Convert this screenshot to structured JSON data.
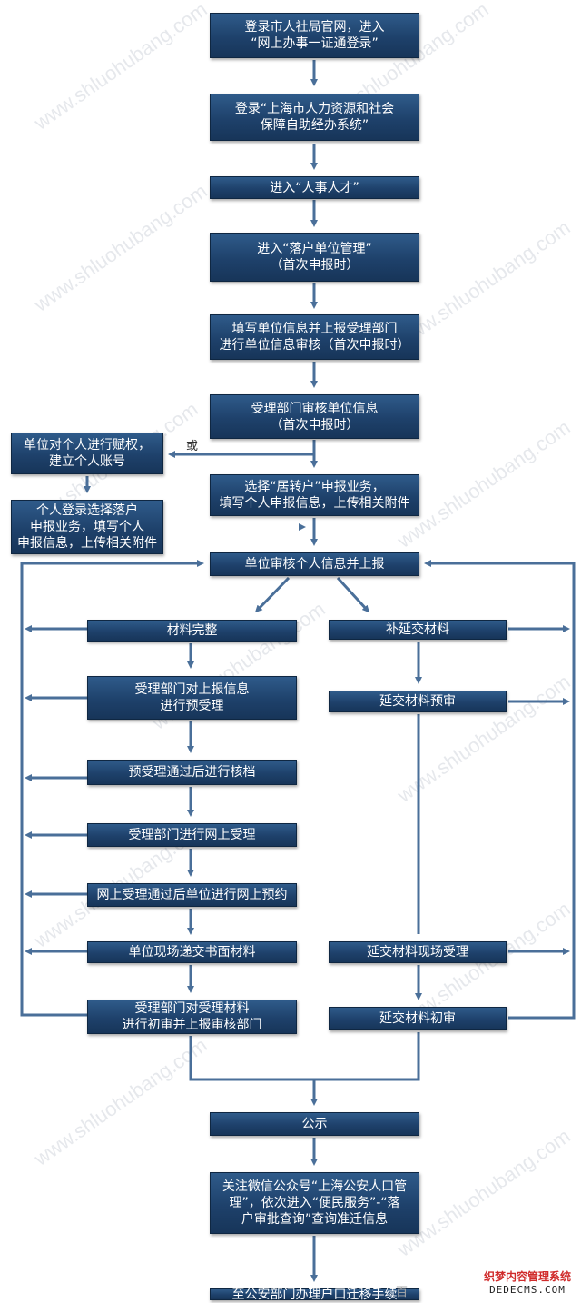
{
  "boxes": {
    "b1": "登录市人社局官网，进入\n“网上办事一证通登录”",
    "b2": "登录“上海市人力资源和社会\n保障自助经办系统”",
    "b3": "进入“人事人才”",
    "b4": "进入“落户单位管理”\n（首次申报时）",
    "b5": "填写单位信息并上报受理部门\n进行单位信息审核（首次申报时）",
    "b6": "受理部门审核单位信息\n（首次申报时）",
    "b7": "选择“居转户”申报业务，\n填写个人申报信息，上传相关附件",
    "b8": "单位对个人进行赋权，\n建立个人账号",
    "b9": "个人登录选择落户\n申报业务，填写个人\n申报信息，上传相关附件",
    "b10": "单位审核个人信息并上报",
    "b11": "材料完整",
    "b12": "补延交材料",
    "b13": "受理部门对上报信息\n进行预受理",
    "b14": "延交材料预审",
    "b15": "预受理通过后进行核档",
    "b16": "受理部门进行网上受理",
    "b17": "网上受理通过后单位进行网上预约",
    "b18": "单位现场递交书面材料",
    "b19": "延交材料现场受理",
    "b20": "受理部门对受理材料\n进行初审并上报审核部门",
    "b21": "延交材料初审",
    "b22": "公示",
    "b23": "关注微信公众号“上海公安人口管\n理”，依次进入“便民服务”-“落\n户审批查询”查询准迁信息",
    "b24": "至公安部门办理户口迁移手续"
  },
  "or_label": "或",
  "watermark": "www.shluohubang.com",
  "corner_logo": {
    "line1": "织梦内容管理系统",
    "line2": "DEDECMS.COM"
  },
  "baidu_mark": "百",
  "colors": {
    "box": "#1e416b",
    "arrow": "#4a6f99"
  }
}
